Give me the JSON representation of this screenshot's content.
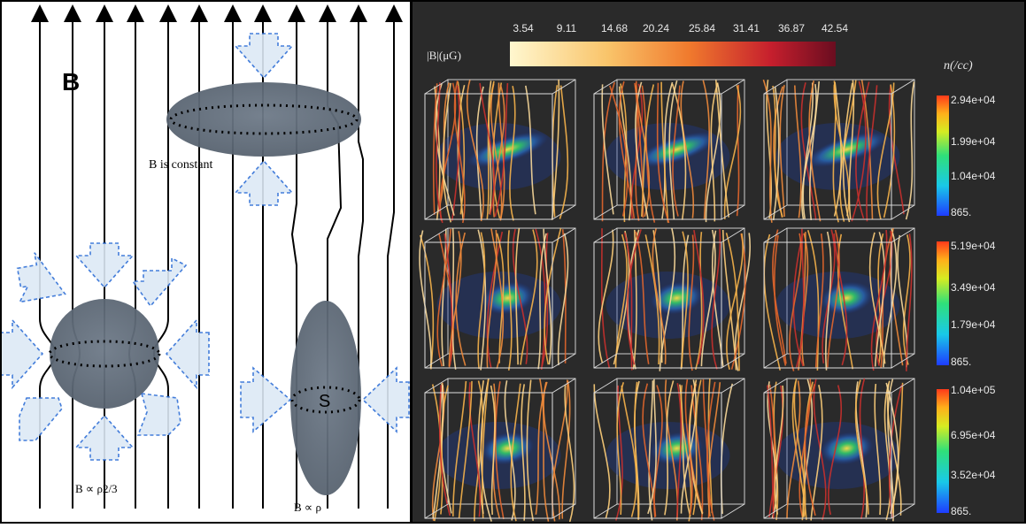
{
  "left_panel": {
    "b_label": "B",
    "const_caption": "B is constant",
    "sphere_caption": "B ∝ ρ2/3",
    "rod_caption": "B ∝ ρ",
    "s_label": "S"
  },
  "right_panel": {
    "b_colorbar": {
      "label": "|B|(μG)",
      "ticks": [
        "3.54",
        "9.11",
        "14.68",
        "20.24",
        "25.84",
        "31.41",
        "36.87",
        "42.54"
      ]
    },
    "n_label": "n(/cc)",
    "colorbars": [
      {
        "ticks": [
          "2.94e+04",
          "1.99e+04",
          "1.04e+04",
          "865."
        ]
      },
      {
        "ticks": [
          "5.19e+04",
          "3.49e+04",
          "1.79e+04",
          "865."
        ]
      },
      {
        "ticks": [
          "1.04e+05",
          "6.95e+04",
          "3.52e+04",
          "865."
        ]
      }
    ]
  },
  "colors": {
    "field_line": "#000000",
    "cloud": "#5f6b78",
    "arrow_fill": "#dde9f6",
    "arrow_stroke": "#2f6fd6",
    "render_bg": "#2a2a2a"
  }
}
